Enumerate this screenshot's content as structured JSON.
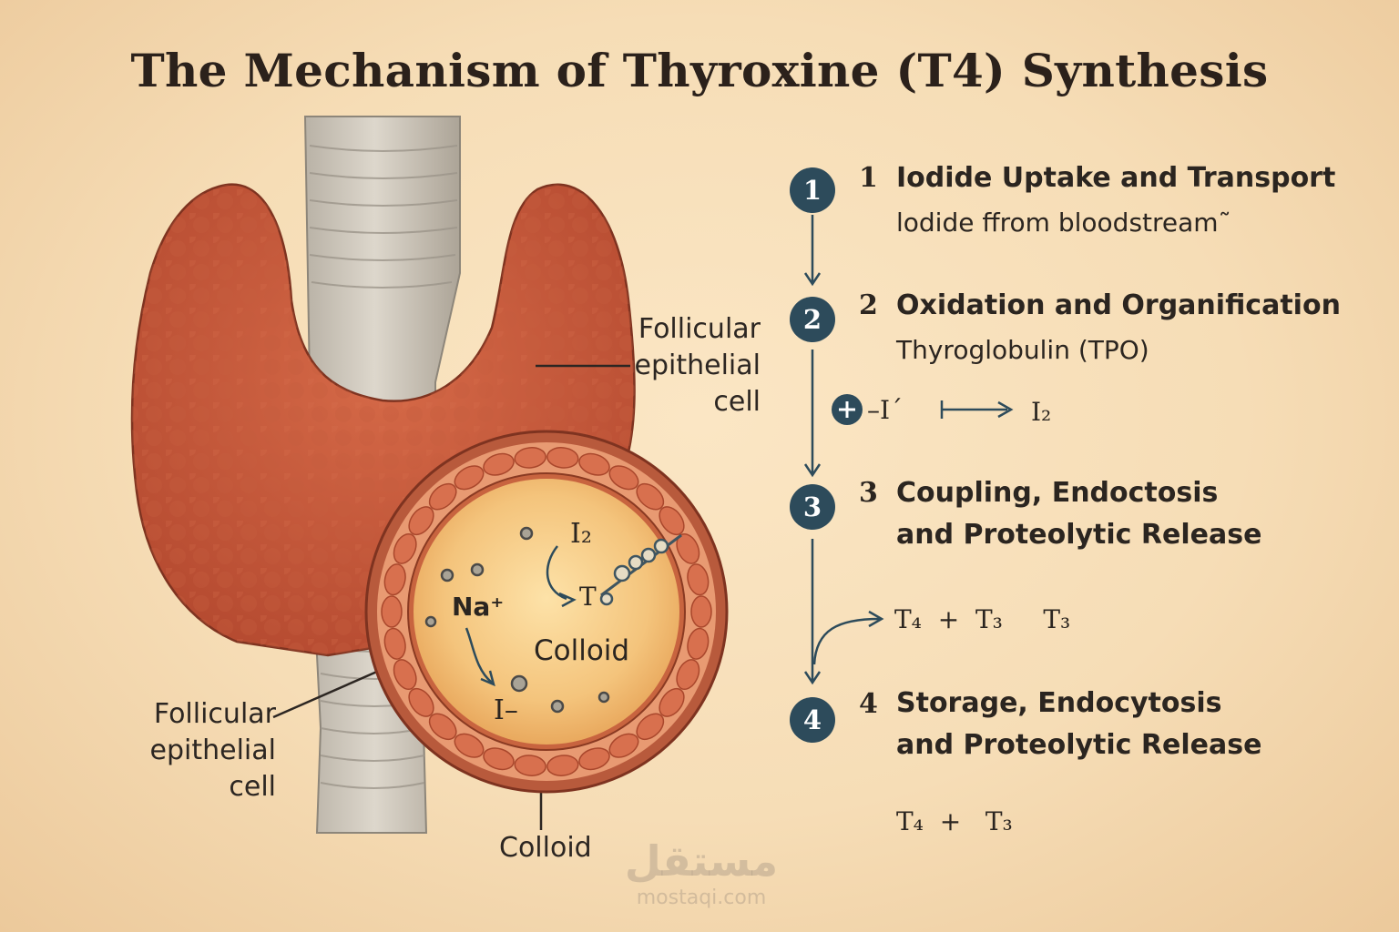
{
  "title": "The Mechanism of Thyroxine (T4) Synthesis",
  "illustration": {
    "label_top_right": [
      "Follicular",
      "epithelial",
      "cell"
    ],
    "label_bottom_left": [
      "Follicular",
      "epithelial",
      "cell"
    ],
    "label_colloid_bottom": "Colloid",
    "follicle": {
      "colloid_label": "Colloid",
      "na_label": "Na⁺",
      "i2_label": "I₂",
      "t_label": "T",
      "iodide_label": "I–"
    }
  },
  "steps": [
    {
      "badge": "1",
      "number": "1",
      "title": [
        "Iodide Uptake and Transport"
      ],
      "subtitle": "lodide ffrom bloodstream˜"
    },
    {
      "badge": "2",
      "number": "2",
      "title": [
        "Oxidation and Organification"
      ],
      "subtitle": "Thyroglobulin (TPO)",
      "formula": {
        "left": "–I´",
        "right": "I₂"
      }
    },
    {
      "badge": "3",
      "number": "3",
      "title": [
        "Coupling, Endoctosis",
        "and Proteolytic Release"
      ],
      "formula": "T₄  +  T₃     T₃"
    },
    {
      "badge": "4",
      "number": "4",
      "title": [
        "Storage, Endocytosis",
        "and Proteolytic Release"
      ],
      "formula": "T₄  +   T₃"
    }
  ],
  "watermark": {
    "logo": "مستقل",
    "url": "mostaqi.com"
  },
  "colors": {
    "gland": "#c9573a",
    "badge": "#2d4b5b",
    "colloid": "#f2c27a",
    "trachea": "#c8c2b6"
  }
}
